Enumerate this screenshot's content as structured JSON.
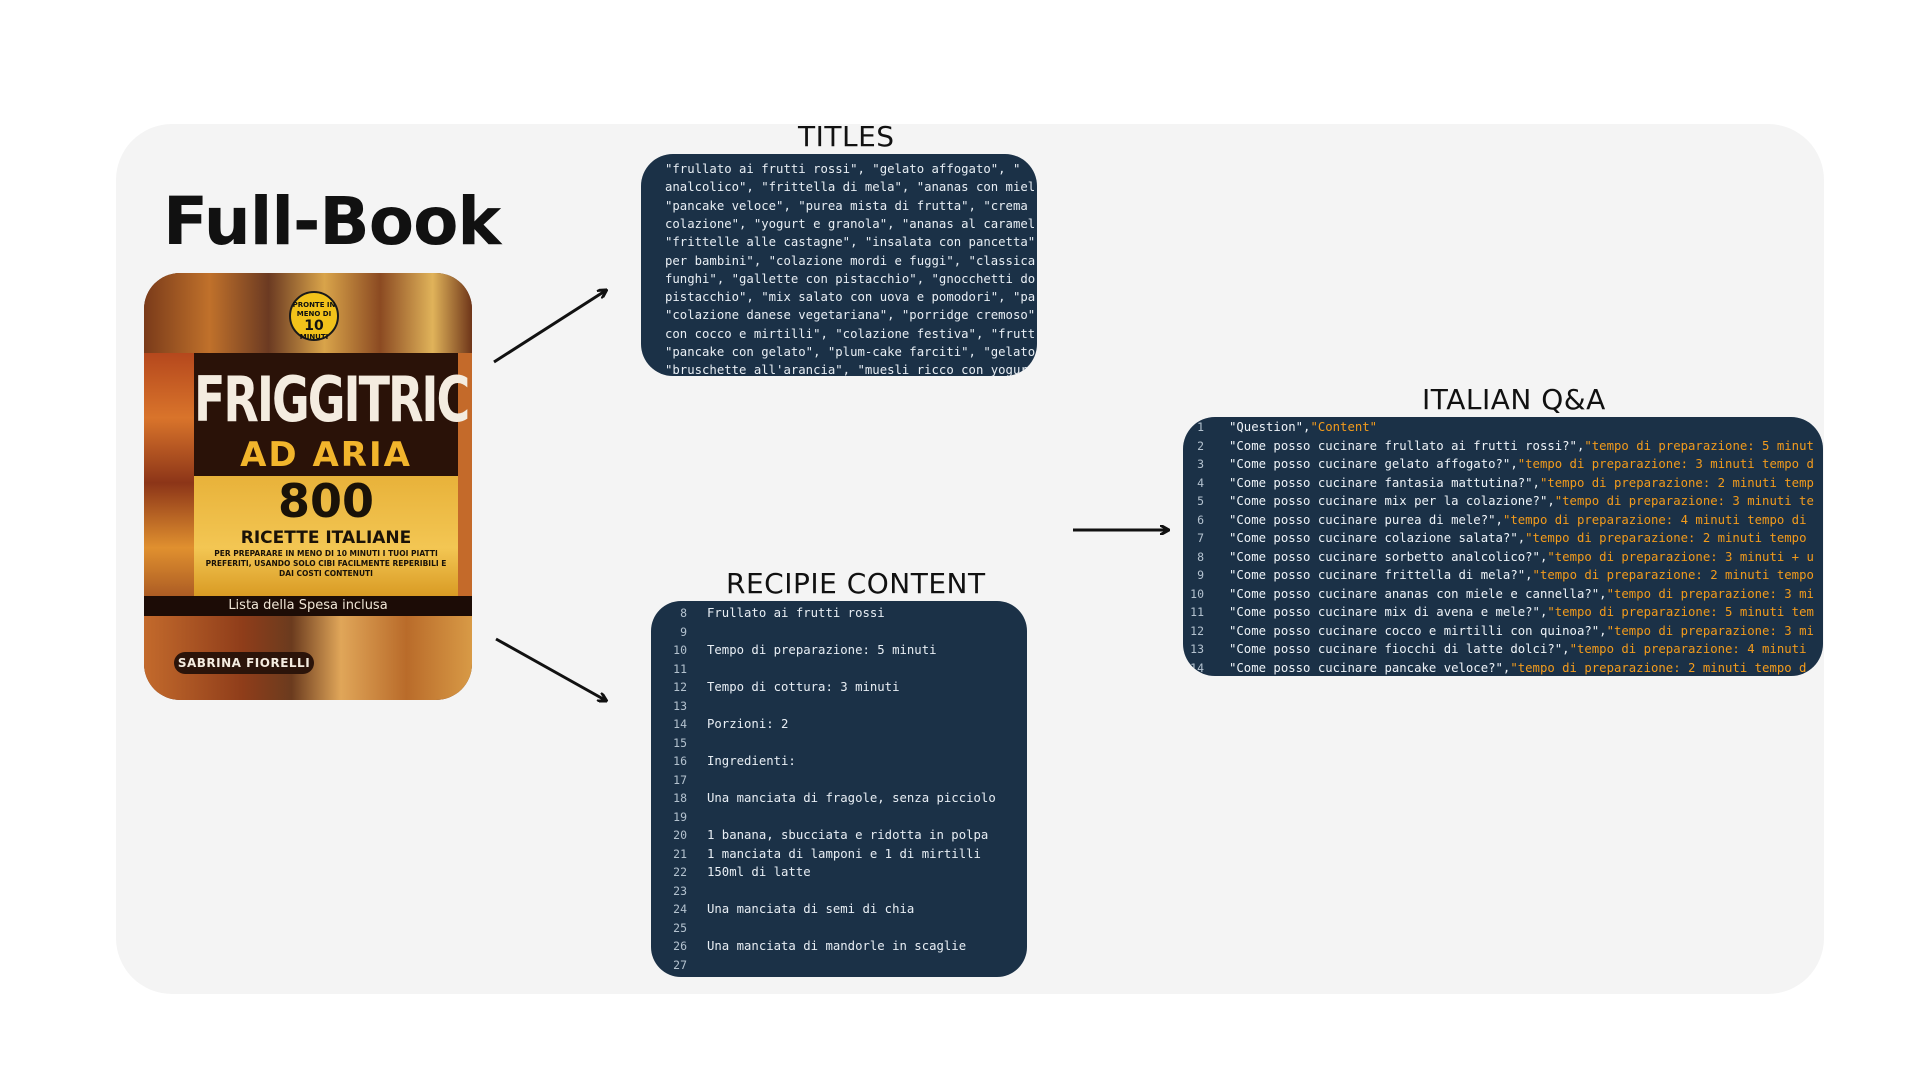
{
  "labels": {
    "full_book": "Full-Book",
    "titles": "TITLES",
    "recipe_content": "RECIPIE CONTENT",
    "italian_qa": "ITALIAN Q&A"
  },
  "cover": {
    "badge_top": "PRONTE IN MENO DI",
    "badge_num": "10",
    "badge_bottom": "MINUTI",
    "title_line1": "FRIGGITRICE",
    "title_line2": "AD ARIA",
    "number": "800",
    "subtitle": "RICETTE ITALIANE",
    "description": "PER PREPARARE IN MENO DI 10 MINUTI I TUOI PIATTI PREFERITI, USANDO SOLO CIBI FACILMENTE REPERIBILI E DAI COSTI CONTENUTI",
    "shopping_list": "Lista della Spesa inclusa",
    "author": "SABRINA FIORELLI"
  },
  "titles_lines": [
    "\"frullato ai frutti rossi\", \"gelato affogato\", \"",
    "analcolico\", \"frittella di mela\", \"ananas con miel",
    "\"pancake veloce\", \"purea mista di frutta\", \"crema",
    "colazione\", \"yogurt e granola\", \"ananas al caramel",
    "\"frittelle alle castagne\", \"insalata con pancetta\"",
    "per bambini\", \"colazione mordi e fuggi\", \"classica",
    "funghi\", \"gallette con pistacchio\", \"gnocchetti do",
    "pistacchio\", \"mix salato con uova e pomodori\", \"pa",
    "\"colazione danese vegetariana\", \"porridge cremoso\"",
    "con cocco e mirtilli\", \"colazione festiva\", \"frutt",
    "\"pancake con gelato\", \"plum-cake farciti\", \"gelato",
    "\"bruschette all'arancia\", \"muesli ricco con yogur"
  ],
  "recipe_lines": [
    {
      "n": "8",
      "t": "Frullato ai frutti rossi"
    },
    {
      "n": "9",
      "t": ""
    },
    {
      "n": "10",
      "t": "Tempo di preparazione: 5 minuti"
    },
    {
      "n": "11",
      "t": ""
    },
    {
      "n": "12",
      "t": "Tempo di cottura: 3 minuti"
    },
    {
      "n": "13",
      "t": ""
    },
    {
      "n": "14",
      "t": "Porzioni: 2"
    },
    {
      "n": "15",
      "t": ""
    },
    {
      "n": "16",
      "t": "Ingredienti:"
    },
    {
      "n": "17",
      "t": ""
    },
    {
      "n": "18",
      "t": "Una manciata di fragole, senza picciolo"
    },
    {
      "n": "19",
      "t": ""
    },
    {
      "n": "20",
      "t": "1 banana, sbucciata e ridotta in polpa"
    },
    {
      "n": "21",
      "t": "1 manciata di lamponi e 1 di mirtilli"
    },
    {
      "n": "22",
      "t": "150ml di latte"
    },
    {
      "n": "23",
      "t": ""
    },
    {
      "n": "24",
      "t": "Una manciata di semi di chia"
    },
    {
      "n": "25",
      "t": ""
    },
    {
      "n": "26",
      "t": "Una manciata di mandorle in scaglie"
    },
    {
      "n": "27",
      "t": ""
    }
  ],
  "qa_lines": [
    {
      "n": "1",
      "q": "\"Question\",",
      "a": "\"Content\""
    },
    {
      "n": "2",
      "q": "\"Come posso cucinare frullato ai frutti rossi?\",",
      "a": "\"tempo di preparazione: 5 minut"
    },
    {
      "n": "3",
      "q": "\"Come posso cucinare gelato affogato?\",",
      "a": "\"tempo di preparazione: 3 minuti tempo d"
    },
    {
      "n": "4",
      "q": "\"Come posso cucinare fantasia mattutina?\",",
      "a": "\"tempo di preparazione: 2 minuti temp"
    },
    {
      "n": "5",
      "q": "\"Come posso cucinare mix per la colazione?\",",
      "a": "\"tempo di preparazione: 3 minuti te"
    },
    {
      "n": "6",
      "q": "\"Come posso cucinare purea di mele?\",",
      "a": "\"tempo di preparazione: 4 minuti tempo di"
    },
    {
      "n": "7",
      "q": "\"Come posso cucinare colazione salata?\",",
      "a": "\"tempo di preparazione: 2 minuti tempo"
    },
    {
      "n": "8",
      "q": "\"Come posso cucinare sorbetto analcolico?\",",
      "a": "\"tempo di preparazione: 3 minuti + u"
    },
    {
      "n": "9",
      "q": "\"Come posso cucinare frittella di mela?\",",
      "a": "\"tempo di preparazione: 2 minuti tempo"
    },
    {
      "n": "10",
      "q": "\"Come posso cucinare ananas con miele e cannella?\",",
      "a": "\"tempo di preparazione: 3 mi"
    },
    {
      "n": "11",
      "q": "\"Come posso cucinare mix di avena e mele?\",",
      "a": "\"tempo di preparazione: 5 minuti tem"
    },
    {
      "n": "12",
      "q": "\"Come posso cucinare cocco e mirtilli con quinoa?\",",
      "a": "\"tempo di preparazione: 3 mi"
    },
    {
      "n": "13",
      "q": "\"Come posso cucinare fiocchi di latte dolci?\",",
      "a": "\"tempo di preparazione: 4 minuti"
    },
    {
      "n": "14",
      "q": "\"Come posso cucinare pancake veloce?\",",
      "a": "\"tempo di preparazione: 2 minuti tempo d"
    }
  ]
}
